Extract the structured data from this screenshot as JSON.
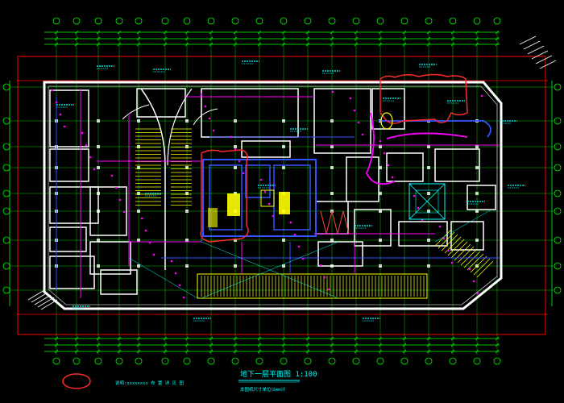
{
  "drawing": {
    "title": "地下一层平面图 1:100",
    "subtitle": "本图纸尺寸单位以mm计",
    "note": "说明:xxxxxxxx 布 置 详 见 图"
  },
  "colors": {
    "background": "#000000",
    "axis_green": "#00ff00",
    "wall_white": "#ffffff",
    "pipe_magenta": "#ff00ff",
    "pipe_blue": "#3355ff",
    "cyan": "#00ffff",
    "yellow": "#ffff00",
    "red": "#ff0000",
    "revision_cloud": "#ff2a2a"
  },
  "icons": {
    "axis_bubble": "grid-axis-bubble-icon",
    "stair": "stair-hatch-icon",
    "revision": "revision-cloud-icon"
  }
}
